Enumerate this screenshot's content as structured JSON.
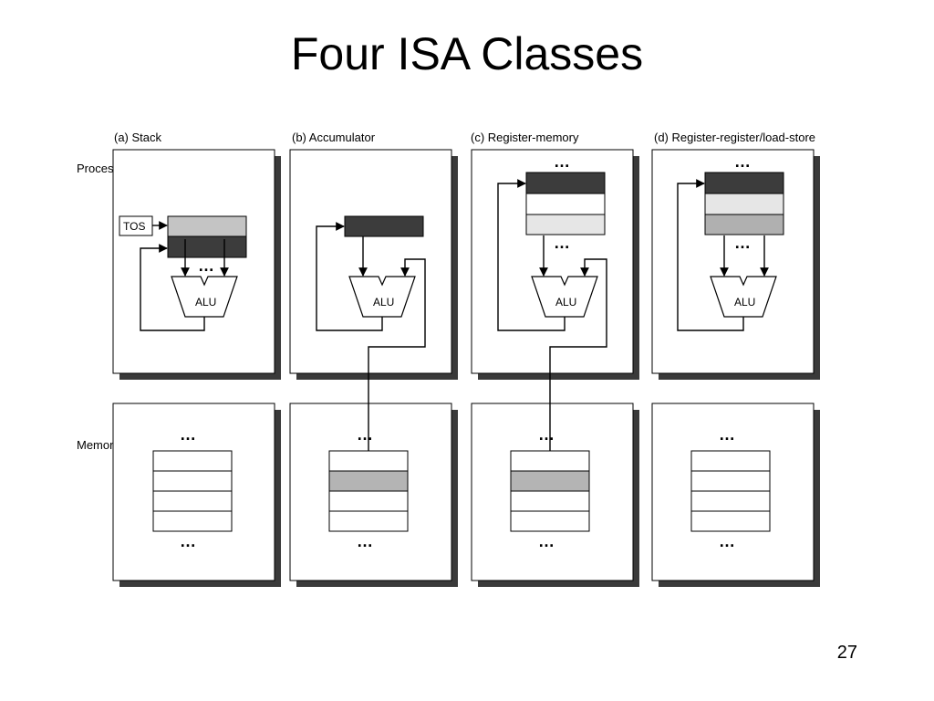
{
  "slide": {
    "title": "Four ISA Classes",
    "page_number": "27"
  },
  "diagram": {
    "row_labels": {
      "processor": "Processor",
      "memory": "Memory"
    },
    "panels": [
      {
        "id": "a",
        "label": "(a)  Stack"
      },
      {
        "id": "b",
        "label": "(b)  Accumulator"
      },
      {
        "id": "c",
        "label": "(c)  Register-memory"
      },
      {
        "id": "d",
        "label": "(d)  Register-register/load-store"
      }
    ],
    "tos_label": "TOS",
    "alu_label": "ALU",
    "ellipsis": "…",
    "colors": {
      "dark_register": "#3c3c3c",
      "light_register": "#c4c4c4",
      "lighter_register": "#e6e6e6",
      "mid_register": "#b0b0b0",
      "accessed_memory_cell": "#b4b4b4",
      "shadow": "#3a3a3a"
    }
  }
}
